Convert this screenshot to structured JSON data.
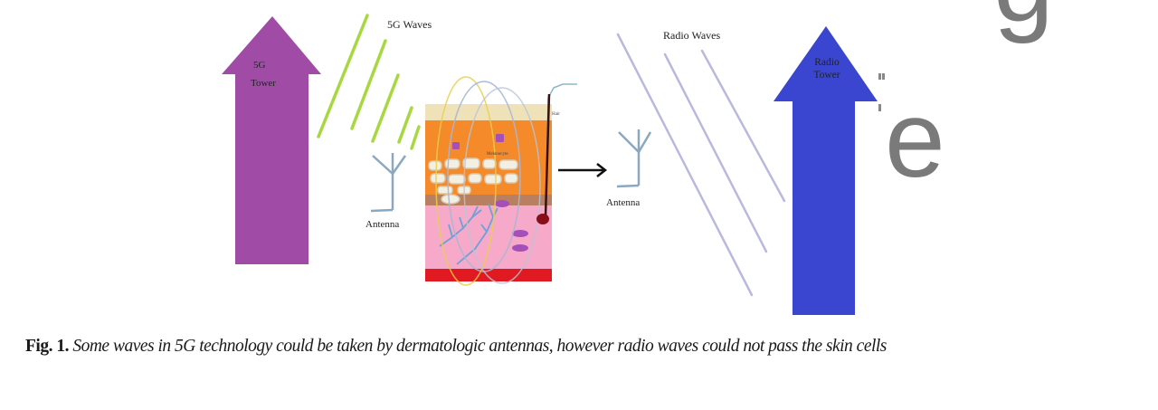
{
  "figure": {
    "labels": {
      "tower_5g": [
        "5G",
        "Tower"
      ],
      "waves_5g": "5G Waves",
      "antenna_left": "Antenna",
      "antenna_right": "Antenna",
      "melanocyte": "Melanocyte",
      "hair": "Hair",
      "waves_radio": "Radio Waves",
      "tower_radio": [
        "Radio",
        "Tower"
      ]
    },
    "colors": {
      "tower_5g": "#a04ca6",
      "wave_5g": "#a8d840",
      "tower_radio": "#3b46d0",
      "wave_radio": "#b9b9e0",
      "antenna": "#8aa8c0",
      "skin_top": "#efe2b8",
      "epidermis": "#f58a2a",
      "dermis_band": "#b88060",
      "dermis": "#f6a9c8",
      "subcutis": "#e01a20",
      "cell": "#a450b8",
      "vessel": "#6fa0d8"
    },
    "overlay_glyphs": [
      "g",
      "'e"
    ]
  },
  "caption": {
    "prefix": "Fig. 1.",
    "text": " Some waves in 5G technology could be taken by dermatologic antennas, however radio waves could not pass the skin cells"
  }
}
